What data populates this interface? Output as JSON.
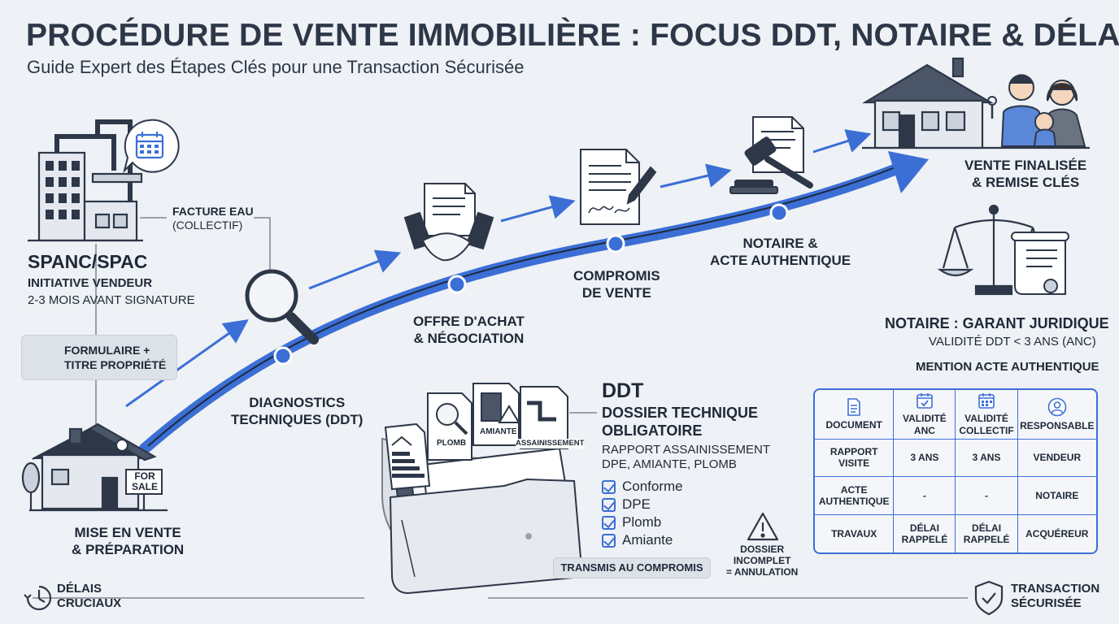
{
  "header": {
    "title": "PROCÉDURE DE VENTE IMMOBILIÈRE : FOCUS DDT, NOTAIRE & DÉLAIS",
    "subtitle": "Guide Expert des Étapes Clés pour une Transaction Sécurisée"
  },
  "left": {
    "facture": "FACTURE EAU",
    "facture_sub": "(COLLECTIF)",
    "spanc": "SPANC/SPAC",
    "initiative": "INITIATIVE VENDEUR",
    "delai": "2-3 MOIS AVANT SIGNATURE",
    "tag_line1": "FORMULAIRE +",
    "tag_line2": "TITRE PROPRIÉTÉ",
    "for_sale_1": "FOR",
    "for_sale_2": "SALE"
  },
  "steps": [
    {
      "line1": "MISE EN VENTE",
      "line2": "& PRÉPARATION"
    },
    {
      "line1": "DIAGNOSTICS",
      "line2": "TECHNIQUES (DDT)"
    },
    {
      "line1": "OFFRE D'ACHAT",
      "line2": "& NÉGOCIATION"
    },
    {
      "line1": "COMPROMIS",
      "line2": "DE VENTE"
    },
    {
      "line1": "NOTAIRE &",
      "line2": "ACTE AUTHENTIQUE"
    },
    {
      "line1": "VENTE FINALISÉE",
      "line2": "& REMISE CLÉS"
    }
  ],
  "ddt": {
    "title": "DDT",
    "line1": "DOSSIER TECHNIQUE",
    "line2": "OBLIGATOIRE",
    "detail1": "RAPPORT ASSAINISSEMENT",
    "detail2": "DPE, AMIANTE, PLOMB",
    "docs": [
      "PLOMB",
      "AMIANTE",
      "ASSAINISSEMENT"
    ],
    "checks": [
      "Conforme",
      "DPE",
      "Plomb",
      "Amiante"
    ],
    "transmis": "TRANSMIS AU COMPROMIS",
    "warn1": "DOSSIER",
    "warn2": "INCOMPLET",
    "warn3": "= ANNULATION"
  },
  "notaire": {
    "title": "NOTAIRE : GARANT JURIDIQUE",
    "validite": "VALIDITÉ DDT < 3 ANS (ANC)",
    "mention": "MENTION ACTE AUTHENTIQUE"
  },
  "table": {
    "headers": [
      {
        "l1": "DOCUMENT",
        "l2": "",
        "icon": "document-icon"
      },
      {
        "l1": "VALIDITÉ",
        "l2": "ANC",
        "icon": "calendar-check-icon"
      },
      {
        "l1": "VALIDITÉ",
        "l2": "COLLECTIF",
        "icon": "calendar-icon"
      },
      {
        "l1": "RESPONSABLE",
        "l2": "",
        "icon": "user-icon"
      }
    ],
    "rows": [
      [
        {
          "l1": "RAPPORT",
          "l2": "VISITE"
        },
        {
          "l1": "3 ANS",
          "l2": ""
        },
        {
          "l1": "3 ANS",
          "l2": ""
        },
        {
          "l1": "VENDEUR",
          "l2": ""
        }
      ],
      [
        {
          "l1": "ACTE",
          "l2": "AUTHENTIQUE"
        },
        {
          "l1": "-",
          "l2": ""
        },
        {
          "l1": "-",
          "l2": ""
        },
        {
          "l1": "NOTAIRE",
          "l2": ""
        }
      ],
      [
        {
          "l1": "TRAVAUX",
          "l2": ""
        },
        {
          "l1": "DÉLAI",
          "l2": "RAPPELÉ"
        },
        {
          "l1": "DÉLAI",
          "l2": "RAPPELÉ"
        },
        {
          "l1": "ACQUÉREUR",
          "l2": ""
        }
      ]
    ]
  },
  "footer": {
    "left1": "DÉLAIS",
    "left2": "CRUCIAUX",
    "right1": "TRANSACTION",
    "right2": "SÉCURISÉE"
  },
  "colors": {
    "accent": "#3b6fd6",
    "ink": "#2d3748",
    "background": "#eef1f5"
  }
}
